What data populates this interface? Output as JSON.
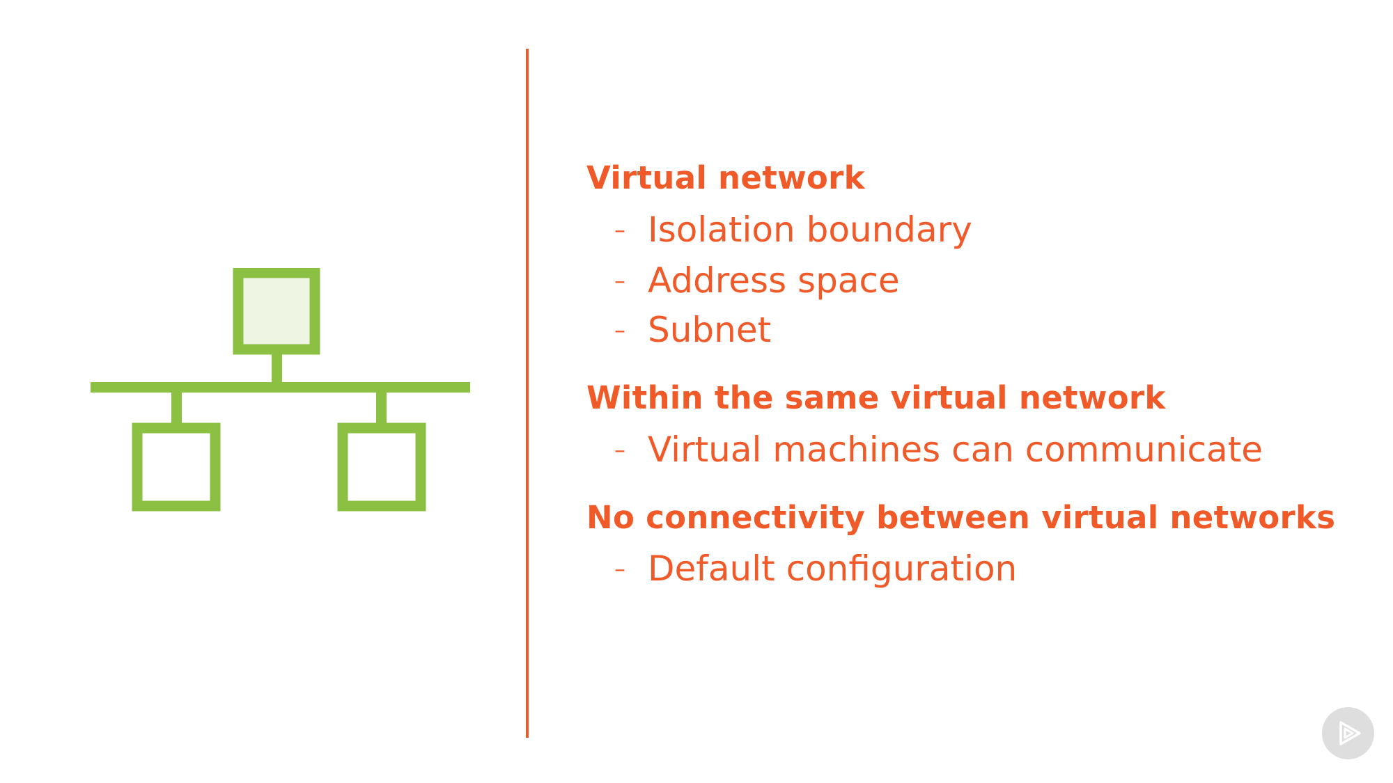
{
  "slide": {
    "colors": {
      "accent": "#f05a28",
      "icon_green": "#8cc043",
      "icon_fill": "#eef5e3",
      "badge": "#dedede"
    },
    "icon": "network-topology-icon",
    "sections": [
      {
        "heading": "Virtual network",
        "bullets": [
          "Isolation boundary",
          "Address space",
          "Subnet"
        ]
      },
      {
        "heading": "Within the same virtual network",
        "bullets": [
          "Virtual machines can communicate"
        ]
      },
      {
        "heading": "No connectivity between virtual networks",
        "bullets": [
          "Default configuration"
        ]
      }
    ],
    "bullet_marker": "–",
    "badge_icon": "play-logo-icon"
  }
}
